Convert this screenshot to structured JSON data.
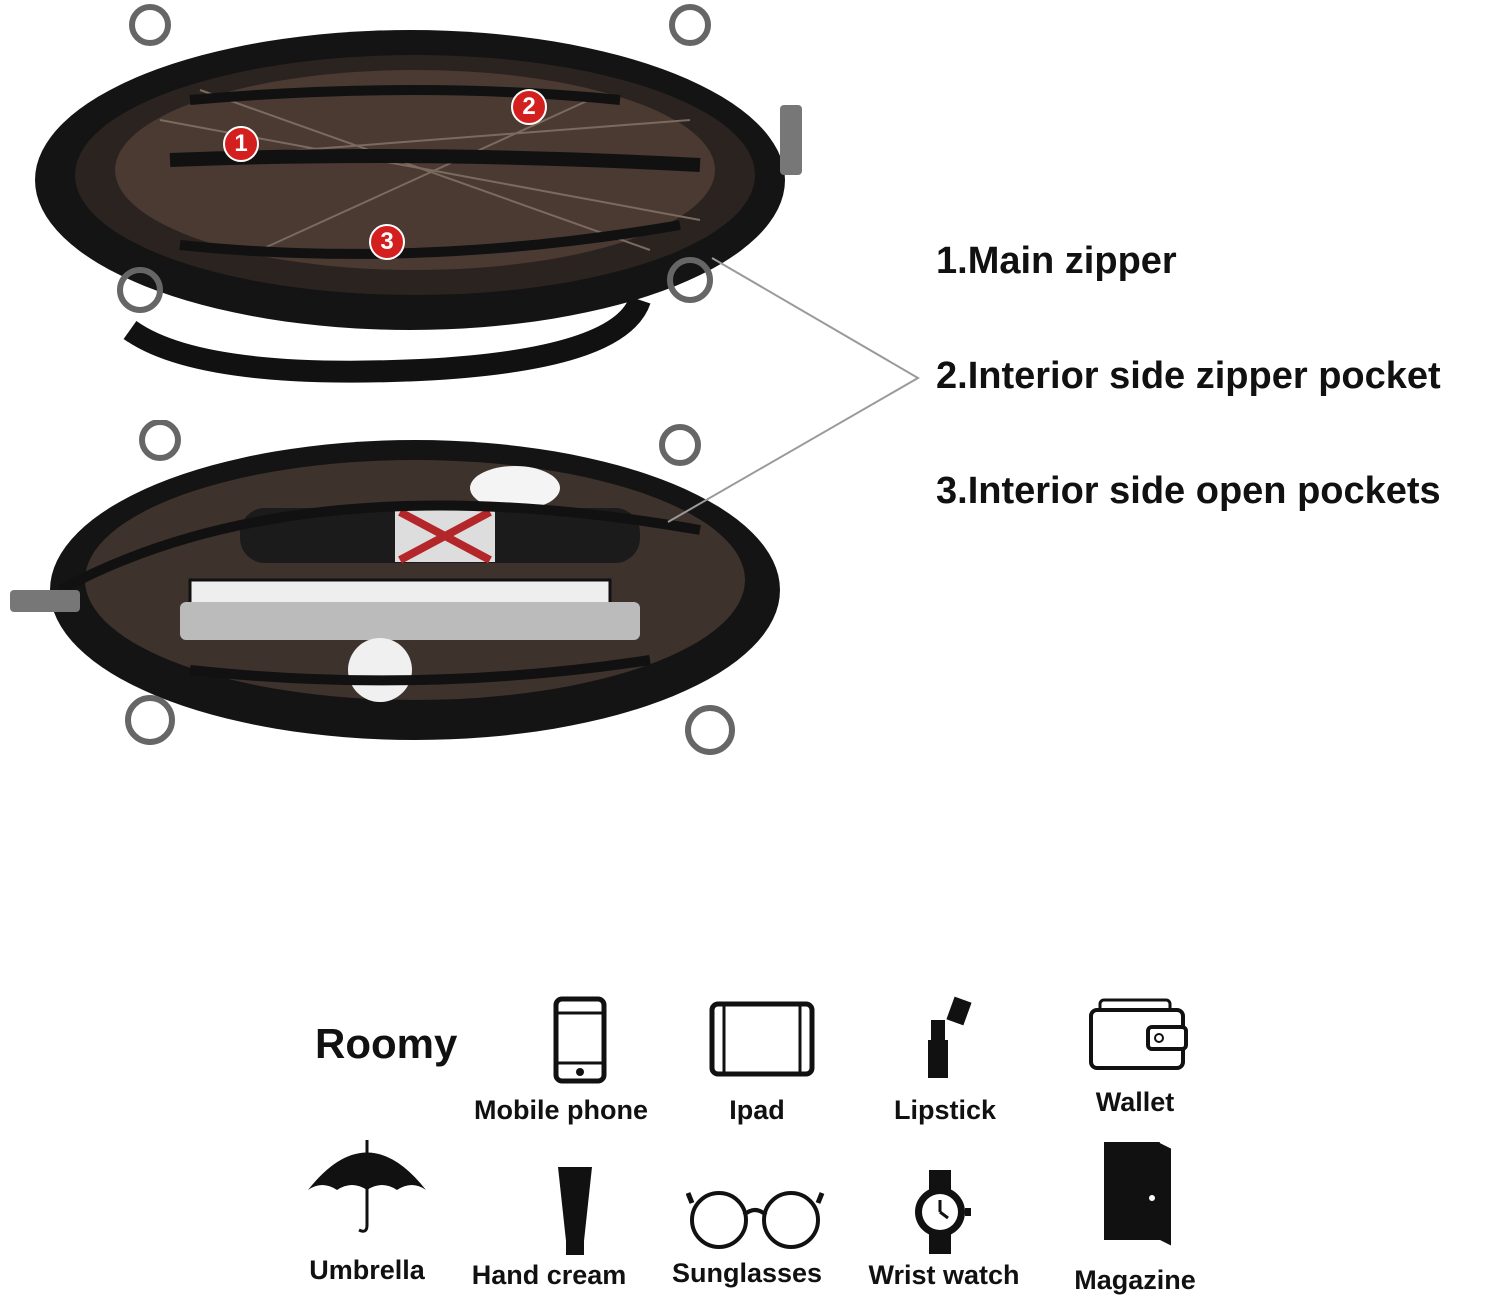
{
  "features": [
    {
      "number": "1",
      "label": "1.Main zipper"
    },
    {
      "number": "2",
      "label": "2.Interior side zipper pocket"
    },
    {
      "number": "3",
      "label": "3.Interior side open pockets"
    }
  ],
  "capacity": {
    "title": "Roomy",
    "items": [
      {
        "label": "Mobile phone",
        "icon": "mobile-phone-icon"
      },
      {
        "label": "Ipad",
        "icon": "tablet-icon"
      },
      {
        "label": "Lipstick",
        "icon": "lipstick-icon"
      },
      {
        "label": "Wallet",
        "icon": "wallet-icon"
      },
      {
        "label": "Umbrella",
        "icon": "umbrella-icon"
      },
      {
        "label": "Hand cream",
        "icon": "hand-cream-icon"
      },
      {
        "label": "Sunglasses",
        "icon": "sunglasses-icon"
      },
      {
        "label": "Wrist watch",
        "icon": "wrist-watch-icon"
      },
      {
        "label": "Magazine",
        "icon": "magazine-icon"
      }
    ]
  },
  "colors": {
    "badge": "#d41f1f",
    "bag": "#141414",
    "lining": "#4a3a32"
  }
}
